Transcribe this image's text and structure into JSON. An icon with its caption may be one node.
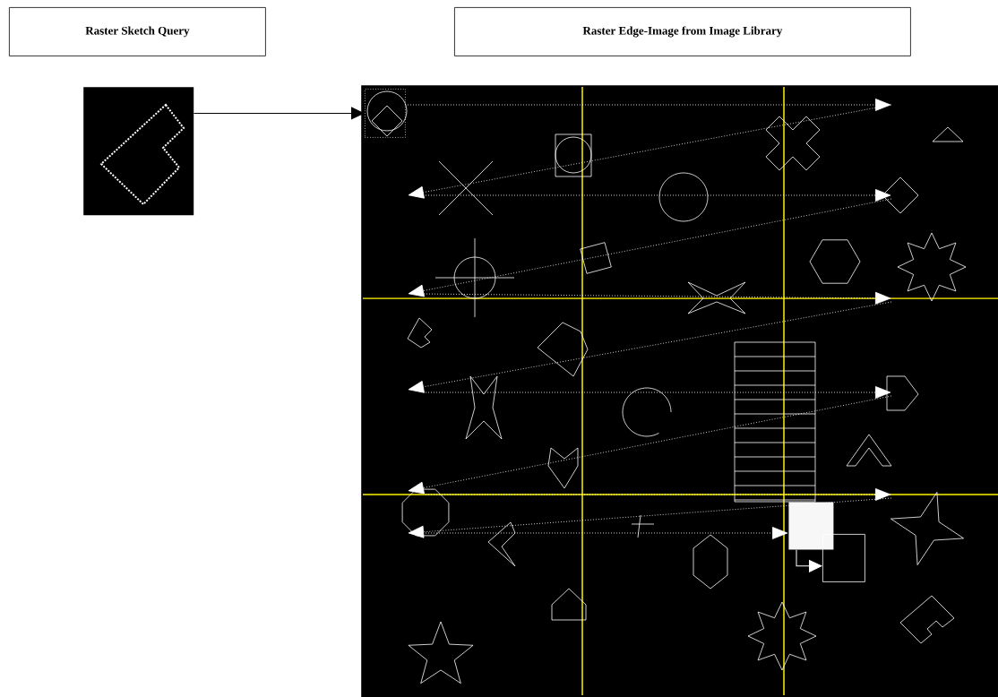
{
  "diagram": {
    "nodes": [
      {
        "text": [
          "Raster Sketch Query"
        ]
      },
      {
        "text": [
          "Raster Edge-Image from Image Library"
        ]
      },
      {
        "text": [],
        "shape": "picture"
      },
      {
        "text": [],
        "shape": "picture"
      },
      {
        "text": [],
        "shape": "box",
        "in": 3
      },
      {
        "text": [],
        "shape": "box",
        "in": 3
      },
      {
        "text": [],
        "shape": "box",
        "in": 3
      }
    ],
    "edges": [
      {
        "from": 2,
        "to": 4,
        "arrow": "to"
      },
      {
        "from": 5,
        "to": 6,
        "arrow": "to",
        "color": "#ffffff"
      }
    ]
  }
}
